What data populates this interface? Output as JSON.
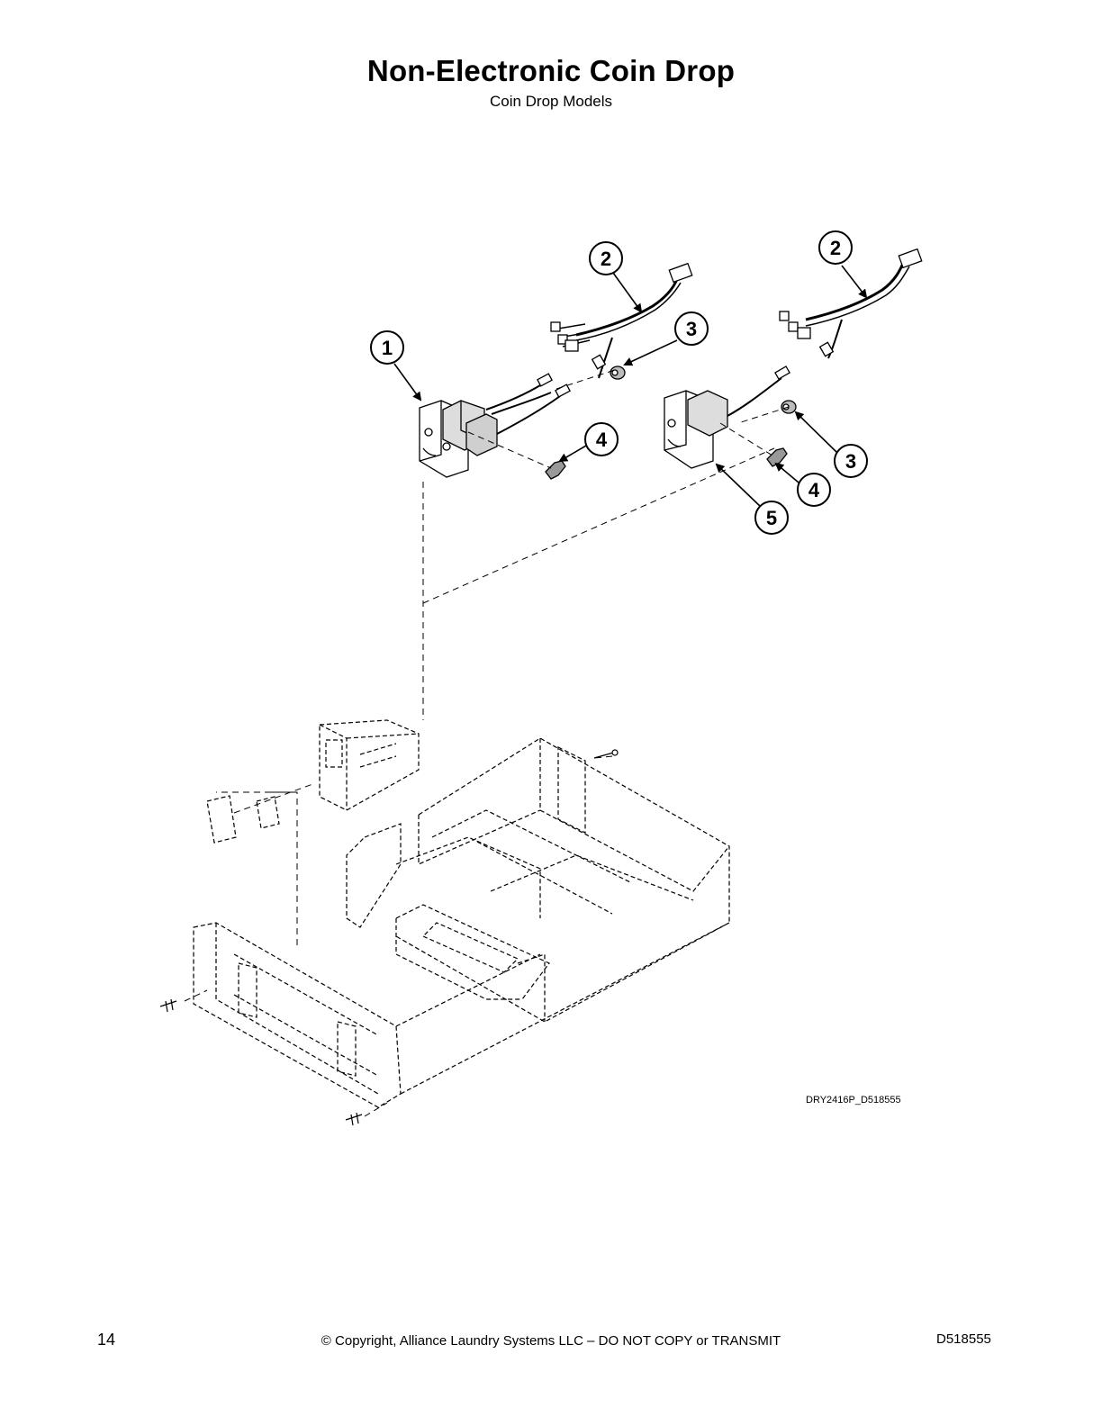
{
  "header": {
    "title": "Non-Electronic Coin Drop",
    "subtitle": "Coin Drop Models"
  },
  "diagram": {
    "drawing_id": "DRY2416P_D518555",
    "callouts": [
      {
        "label": "1"
      },
      {
        "label": "2"
      },
      {
        "label": "3"
      },
      {
        "label": "4"
      },
      {
        "label": "2"
      },
      {
        "label": "3"
      },
      {
        "label": "4"
      },
      {
        "label": "5"
      }
    ]
  },
  "footer": {
    "page_number": "14",
    "copyright": "© Copyright, Alliance Laundry Systems LLC – DO NOT COPY or TRANSMIT",
    "doc_number": "D518555"
  }
}
